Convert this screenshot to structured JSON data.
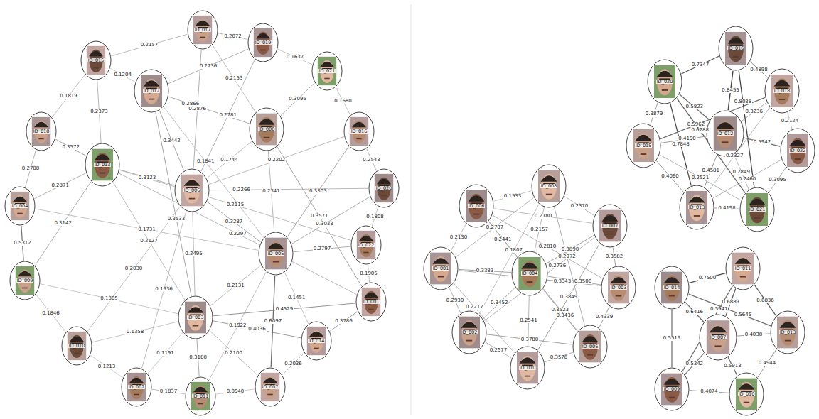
{
  "diagram": {
    "nodes": [
      {
        "text": [
          "ID_017"
        ]
      },
      {
        "text": [
          "ID_019"
        ]
      },
      {
        "text": [
          "ID_021"
        ]
      },
      {
        "text": [
          "ID_015"
        ]
      },
      {
        "text": [
          "ID_012"
        ]
      },
      {
        "text": [
          "ID_008"
        ]
      },
      {
        "text": [
          "ID_016"
        ]
      },
      {
        "text": [
          "ID_018"
        ]
      },
      {
        "text": [
          "ID_013"
        ]
      },
      {
        "text": [
          "ID_006"
        ]
      },
      {
        "text": [
          "ID_020"
        ]
      },
      {
        "text": [
          "ID_004"
        ]
      },
      {
        "text": [
          "ID_022"
        ]
      },
      {
        "text": [
          "ID_005"
        ]
      },
      {
        "text": [
          "ID_009"
        ]
      },
      {
        "text": [
          "ID_001"
        ]
      },
      {
        "text": [
          "ID_003"
        ]
      },
      {
        "text": [
          "ID_010"
        ]
      },
      {
        "text": [
          "ID_014"
        ]
      },
      {
        "text": [
          "ID_002"
        ]
      },
      {
        "text": [
          "ID_011"
        ]
      },
      {
        "text": [
          "ID_007"
        ]
      },
      {
        "text": [
          "ID_006"
        ]
      },
      {
        "text": [
          "ID_008"
        ]
      },
      {
        "text": [
          "ID_007"
        ]
      },
      {
        "text": [
          "ID_001"
        ]
      },
      {
        "text": [
          "ID_004"
        ]
      },
      {
        "text": [
          "ID_003"
        ]
      },
      {
        "text": [
          "ID_002"
        ]
      },
      {
        "text": [
          "ID_005"
        ]
      },
      {
        "text": [
          "ID_010"
        ]
      },
      {
        "text": [
          "ID_016"
        ]
      },
      {
        "text": [
          "ID_020"
        ]
      },
      {
        "text": [
          "ID_018"
        ]
      },
      {
        "text": [
          "ID_012"
        ]
      },
      {
        "text": [
          "ID_015"
        ]
      },
      {
        "text": [
          "ID_022"
        ]
      },
      {
        "text": [
          "ID_013"
        ]
      },
      {
        "text": [
          "ID_021"
        ]
      },
      {
        "text": [
          "ID_011"
        ]
      },
      {
        "text": [
          "ID_014"
        ]
      },
      {
        "text": [
          "ID_013"
        ]
      },
      {
        "text": [
          "ID_007"
        ]
      },
      {
        "text": [
          "ID_009"
        ]
      },
      {
        "text": [
          "ID_010"
        ]
      }
    ],
    "edges": [
      {
        "from": 0,
        "to": 1,
        "label": "0.2072",
        "arrow": "none"
      },
      {
        "from": 0,
        "to": 3,
        "label": "0.2157",
        "arrow": "none"
      },
      {
        "from": 1,
        "to": 2,
        "label": "0.1637",
        "arrow": "none"
      },
      {
        "from": 3,
        "to": 7,
        "label": "0.1819",
        "arrow": "none"
      },
      {
        "from": 7,
        "to": 11,
        "label": "0.2708",
        "arrow": "none"
      },
      {
        "from": 11,
        "to": 14,
        "label": "0.5312",
        "arrow": "none"
      },
      {
        "from": 14,
        "to": 17,
        "label": "0.1846",
        "arrow": "none"
      },
      {
        "from": 17,
        "to": 19,
        "label": "0.1213",
        "arrow": "none"
      },
      {
        "from": 19,
        "to": 20,
        "label": "0.1837",
        "arrow": "none"
      },
      {
        "from": 20,
        "to": 21,
        "label": "0.0940",
        "arrow": "none"
      },
      {
        "from": 21,
        "to": 18,
        "label": "0.2036",
        "arrow": "none"
      },
      {
        "from": 18,
        "to": 15,
        "label": "0.3786",
        "arrow": "none"
      },
      {
        "from": 15,
        "to": 12,
        "label": "0.1905",
        "arrow": "none"
      },
      {
        "from": 12,
        "to": 10,
        "label": "0.1808",
        "arrow": "none"
      },
      {
        "from": 10,
        "to": 6,
        "label": "0.2543",
        "arrow": "none"
      },
      {
        "from": 6,
        "to": 2,
        "label": "0.1680",
        "arrow": "none"
      },
      {
        "from": 0,
        "to": 9,
        "label": "0.2876",
        "arrow": "none"
      },
      {
        "from": 0,
        "to": 5,
        "label": "0.2153",
        "arrow": "none"
      },
      {
        "from": 1,
        "to": 4,
        "label": "0.2736",
        "arrow": "none"
      },
      {
        "from": 1,
        "to": 9,
        "label": "0.2781",
        "arrow": "none"
      },
      {
        "from": 2,
        "to": 5,
        "label": "0.3095",
        "arrow": "none"
      },
      {
        "from": 3,
        "to": 4,
        "label": "0.1204",
        "arrow": "none"
      },
      {
        "from": 3,
        "to": 8,
        "label": "0.2373",
        "arrow": "none"
      },
      {
        "from": 4,
        "to": 9,
        "label": "0.3442",
        "arrow": "none"
      },
      {
        "from": 4,
        "to": 5,
        "label": "0.2866",
        "arrow": "none"
      },
      {
        "from": 4,
        "to": 13,
        "label": "0.1841",
        "arrow": "none"
      },
      {
        "from": 4,
        "to": 16,
        "label": "0.3533",
        "arrow": "none"
      },
      {
        "from": 5,
        "to": 9,
        "label": "0.1744",
        "arrow": "none"
      },
      {
        "from": 5,
        "to": 13,
        "label": "0.2341",
        "arrow": "none"
      },
      {
        "from": 5,
        "to": 15,
        "label": "0.3571",
        "arrow": "none"
      },
      {
        "from": 6,
        "to": 9,
        "label": "0.2202",
        "arrow": "none"
      },
      {
        "from": 6,
        "to": 13,
        "label": "0.3303",
        "arrow": "none"
      },
      {
        "from": 7,
        "to": 8,
        "label": "0.3572",
        "arrow": "none"
      },
      {
        "from": 8,
        "to": 9,
        "label": "0.3123",
        "arrow": "none"
      },
      {
        "from": 8,
        "to": 16,
        "label": "0.2127",
        "arrow": "none"
      },
      {
        "from": 8,
        "to": 12,
        "label": "0.2115",
        "arrow": "none"
      },
      {
        "from": 8,
        "to": 15,
        "label": "0.2297",
        "arrow": "none"
      },
      {
        "from": 9,
        "to": 13,
        "label": "0.3287",
        "arrow": "none"
      },
      {
        "from": 9,
        "to": 16,
        "label": "0.2495",
        "arrow": "none"
      },
      {
        "from": 10,
        "to": 13,
        "label": "0.3033",
        "arrow": "none"
      },
      {
        "from": 11,
        "to": 8,
        "label": "0.2871",
        "arrow": "none"
      },
      {
        "from": 11,
        "to": 13,
        "label": "0.1731",
        "arrow": "none"
      },
      {
        "from": 12,
        "to": 13,
        "label": "0.2797",
        "arrow": "none"
      },
      {
        "from": 13,
        "to": 16,
        "label": "0.2131",
        "arrow": "none"
      },
      {
        "from": 13,
        "to": 18,
        "label": "0.1451",
        "arrow": "none"
      },
      {
        "from": 14,
        "to": 8,
        "label": "0.3142",
        "arrow": "none"
      },
      {
        "from": 14,
        "to": 16,
        "label": "0.1365",
        "arrow": "none"
      },
      {
        "from": 16,
        "to": 17,
        "label": "0.1358",
        "arrow": "none"
      },
      {
        "from": 16,
        "to": 19,
        "label": "0.1191",
        "arrow": "none"
      },
      {
        "from": 16,
        "to": 20,
        "label": "0.3180",
        "arrow": "none"
      },
      {
        "from": 16,
        "to": 21,
        "label": "0.2100",
        "arrow": "none"
      },
      {
        "from": 16,
        "to": 18,
        "label": "0.4036",
        "arrow": "none"
      },
      {
        "from": 17,
        "to": 9,
        "label": "0.2030",
        "arrow": "none"
      },
      {
        "from": 19,
        "to": 9,
        "label": "0.1936",
        "arrow": "none"
      },
      {
        "from": 20,
        "to": 13,
        "label": "0.1922",
        "arrow": "none"
      },
      {
        "from": 21,
        "to": 13,
        "label": "0.6097",
        "arrow": "none"
      },
      {
        "from": 15,
        "to": 16,
        "label": "0.4529",
        "arrow": "none"
      },
      {
        "from": 10,
        "to": 9,
        "label": "0.2266",
        "arrow": "none"
      },
      {
        "from": 22,
        "to": 23,
        "label": "0.1533",
        "arrow": "none"
      },
      {
        "from": 23,
        "to": 24,
        "label": "0.2370",
        "arrow": "none"
      },
      {
        "from": 22,
        "to": 25,
        "label": "0.2130",
        "arrow": "none"
      },
      {
        "from": 22,
        "to": 26,
        "label": "0.2441",
        "arrow": "none"
      },
      {
        "from": 23,
        "to": 26,
        "label": "0.2157",
        "arrow": "none"
      },
      {
        "from": 22,
        "to": 24,
        "label": "0.2180",
        "arrow": "none"
      },
      {
        "from": 23,
        "to": 28,
        "label": "0.1807",
        "arrow": "none"
      },
      {
        "from": 24,
        "to": 26,
        "label": "0.3890",
        "arrow": "none"
      },
      {
        "from": 24,
        "to": 27,
        "label": "0.3582",
        "arrow": "none"
      },
      {
        "from": 24,
        "to": 28,
        "label": "0.2736",
        "arrow": "none"
      },
      {
        "from": 25,
        "to": 26,
        "label": "0.3383",
        "arrow": "none"
      },
      {
        "from": 25,
        "to": 27,
        "label": "0.3343",
        "arrow": "none"
      },
      {
        "from": 26,
        "to": 27,
        "label": "0.3500",
        "arrow": "none"
      },
      {
        "from": 26,
        "to": 29,
        "label": "0.3523",
        "arrow": "none"
      },
      {
        "from": 26,
        "to": 28,
        "label": "0.3452",
        "arrow": "none"
      },
      {
        "from": 26,
        "to": 30,
        "label": "0.2541",
        "arrow": "none"
      },
      {
        "from": 27,
        "to": 29,
        "label": "0.4339",
        "arrow": "none"
      },
      {
        "from": 25,
        "to": 28,
        "label": "0.2930",
        "arrow": "none"
      },
      {
        "from": 25,
        "to": 30,
        "label": "0.2217",
        "arrow": "none"
      },
      {
        "from": 28,
        "to": 30,
        "label": "0.2577",
        "arrow": "none"
      },
      {
        "from": 30,
        "to": 29,
        "label": "0.3578",
        "arrow": "none"
      },
      {
        "from": 28,
        "to": 29,
        "label": "0.3780",
        "arrow": "none"
      },
      {
        "from": 22,
        "to": 27,
        "label": "0.2810",
        "arrow": "none"
      },
      {
        "from": 23,
        "to": 25,
        "label": "0.2707",
        "arrow": "none"
      },
      {
        "from": 24,
        "to": 30,
        "label": "0.3849",
        "arrow": "none"
      },
      {
        "from": 23,
        "to": 29,
        "label": "0.2972",
        "arrow": "none"
      },
      {
        "from": 22,
        "to": 29,
        "label": "0.3436",
        "arrow": "none"
      },
      {
        "from": 32,
        "to": 31,
        "label": "0.7347",
        "arrow": "none"
      },
      {
        "from": 31,
        "to": 33,
        "label": "0.4898",
        "arrow": "none"
      },
      {
        "from": 32,
        "to": 35,
        "label": "0.3879",
        "arrow": "none"
      },
      {
        "from": 32,
        "to": 34,
        "label": "0.5823",
        "arrow": "none"
      },
      {
        "from": 31,
        "to": 34,
        "label": "0.8455",
        "arrow": "none"
      },
      {
        "from": 32,
        "to": 37,
        "label": "0.7848",
        "arrow": "none"
      },
      {
        "from": 33,
        "to": 34,
        "label": "0.3236",
        "arrow": "none"
      },
      {
        "from": 33,
        "to": 35,
        "label": "0.5962",
        "arrow": "none"
      },
      {
        "from": 31,
        "to": 38,
        "label": "0.8038",
        "arrow": "none"
      },
      {
        "from": 33,
        "to": 36,
        "label": "0.2124",
        "arrow": "none"
      },
      {
        "from": 34,
        "to": 36,
        "label": "0.5942",
        "arrow": "none"
      },
      {
        "from": 35,
        "to": 34,
        "label": "0.4190",
        "arrow": "none"
      },
      {
        "from": 35,
        "to": 37,
        "label": "0.4060",
        "arrow": "none"
      },
      {
        "from": 35,
        "to": 38,
        "label": "0.2521",
        "arrow": "none"
      },
      {
        "from": 34,
        "to": 37,
        "label": "0.4581",
        "arrow": "none"
      },
      {
        "from": 34,
        "to": 38,
        "label": "0.2849",
        "arrow": "none"
      },
      {
        "from": 36,
        "to": 37,
        "label": "0.2460",
        "arrow": "none"
      },
      {
        "from": 36,
        "to": 38,
        "label": "0.3095",
        "arrow": "none"
      },
      {
        "from": 37,
        "to": 38,
        "label": "0.4198",
        "arrow": "none"
      },
      {
        "from": 32,
        "to": 38,
        "label": "0.6288",
        "arrow": "none"
      },
      {
        "from": 33,
        "to": 37,
        "label": "0.2327",
        "arrow": "none"
      },
      {
        "from": 40,
        "to": 39,
        "label": "0.7500",
        "arrow": "none"
      },
      {
        "from": 39,
        "to": 42,
        "label": "0.6889",
        "arrow": "none"
      },
      {
        "from": 39,
        "to": 41,
        "label": "0.6836",
        "arrow": "none"
      },
      {
        "from": 40,
        "to": 42,
        "label": "0.6416",
        "arrow": "none"
      },
      {
        "from": 40,
        "to": 43,
        "label": "0.5519",
        "arrow": "none"
      },
      {
        "from": 42,
        "to": 41,
        "label": "0.4038",
        "arrow": "none"
      },
      {
        "from": 42,
        "to": 43,
        "label": "0.5342",
        "arrow": "none"
      },
      {
        "from": 42,
        "to": 44,
        "label": "0.5913",
        "arrow": "none"
      },
      {
        "from": 41,
        "to": 44,
        "label": "0.4944",
        "arrow": "none"
      },
      {
        "from": 43,
        "to": 44,
        "label": "0.4074",
        "arrow": "none"
      },
      {
        "from": 39,
        "to": 43,
        "label": "0.5947",
        "arrow": "none"
      },
      {
        "from": 40,
        "to": 41,
        "label": "0.5645",
        "arrow": "none"
      }
    ]
  }
}
